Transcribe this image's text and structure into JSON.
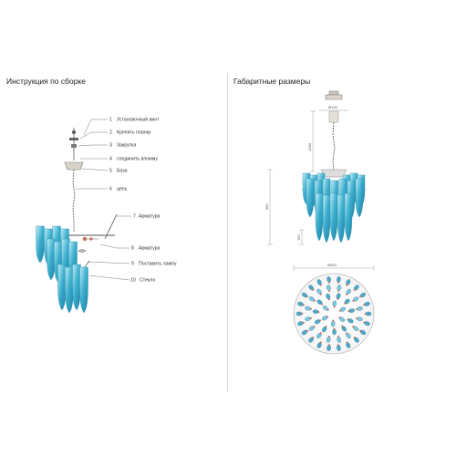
{
  "left_panel": {
    "title": "Инструкция по сборке",
    "callouts": [
      {
        "num": "1",
        "text": "Установочный винт"
      },
      {
        "num": "2",
        "text": "Крепить планку"
      },
      {
        "num": "3",
        "text": "Закрутка"
      },
      {
        "num": "4",
        "text": "соединить вломму"
      },
      {
        "num": "5",
        "text": "База"
      },
      {
        "num": "6",
        "text": "цепь"
      },
      {
        "num": "7",
        "text": "Арматура"
      },
      {
        "num": "8",
        "text": "Арматура"
      },
      {
        "num": "9",
        "text": "Поставить лампу"
      },
      {
        "num": "10",
        "text": "Стекло"
      }
    ]
  },
  "right_panel": {
    "title": "Габаритные размеры",
    "dimensions": {
      "canopy_diameter": "Ø120",
      "chain_length": "1000",
      "overall_height": "580",
      "tier_height": "150",
      "overall_diameter": "Ø500"
    }
  },
  "colors": {
    "glass_main": "#3aa8c8",
    "glass_light": "#9fdcea",
    "metal": "#888888",
    "accent_red": "#d8553a"
  }
}
